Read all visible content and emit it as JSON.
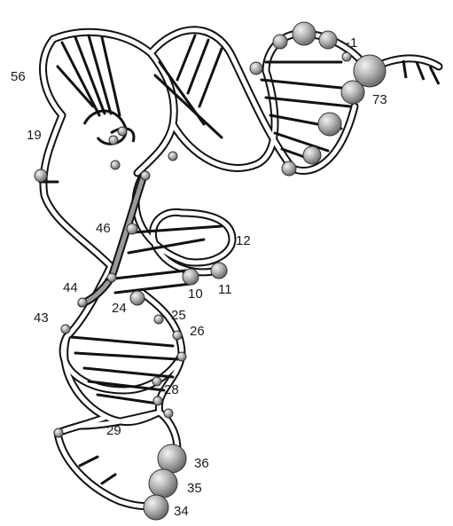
{
  "labels": {
    "n56": "56",
    "n19": "19",
    "n46": "46",
    "n44": "44",
    "n43": "43",
    "n24": "24",
    "n25": "25",
    "n26": "26",
    "n10": "10",
    "n11": "11",
    "n12": "12",
    "n28": "28",
    "n29": "29",
    "n36": "36",
    "n35": "35",
    "n34": "34",
    "nm1": "-1",
    "n73": "73"
  },
  "colors": {
    "strand_outline": "#111111",
    "strand_fill": "#ffffff",
    "highlight_strand": "#9a9a9a",
    "sphere": "#9e9e9e"
  }
}
